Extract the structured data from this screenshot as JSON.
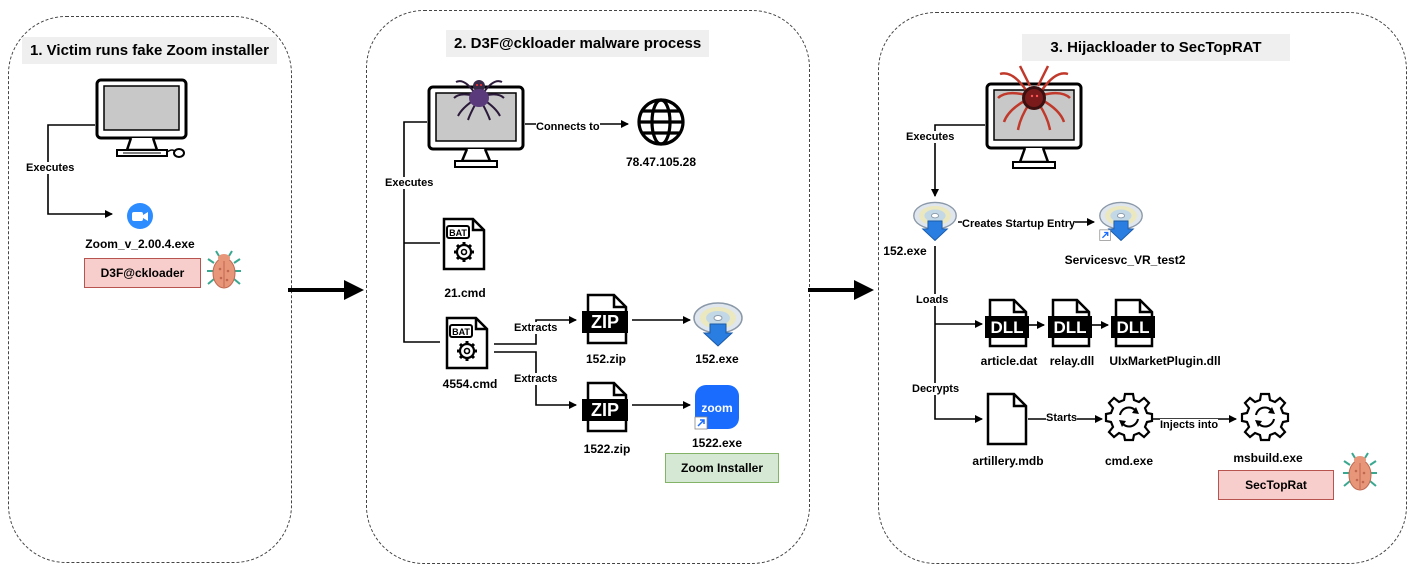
{
  "panels": [
    {
      "title": "1. Victim runs fake Zoom installer"
    },
    {
      "title": "2. D3F@ckloader malware process"
    },
    {
      "title": "3. Hijackloader to SecTopRAT"
    }
  ],
  "panel1": {
    "edge_executes": "Executes",
    "zoom_exe": "Zoom_v_2.00.4.exe",
    "tag": "D3F@ckloader"
  },
  "panel2": {
    "edge_connects": "Connects to",
    "ip": "78.47.105.28",
    "edge_executes": "Executes",
    "cmd1": "21.cmd",
    "cmd2": "4554.cmd",
    "edge_extracts1": "Extracts",
    "edge_extracts2": "Extracts",
    "zip1": "152.zip",
    "zip2": "1522.zip",
    "exe1": "152.exe",
    "exe2": "1522.exe",
    "tag": "Zoom Installer",
    "bat_text": "BAT",
    "zip_text": "ZIP",
    "zoom_logo_text": "zoom"
  },
  "panel3": {
    "edge_executes": "Executes",
    "exe152": "152.exe",
    "edge_startup": "Creates Startup Entry",
    "service": "Servicesvc_VR_test2",
    "edge_loads": "Loads",
    "dll1": "article.dat",
    "dll2": "relay.dll",
    "dll3": "UIxMarketPlugin.dll",
    "dll_text": "DLL",
    "edge_decrypts": "Decrypts",
    "mdb": "artillery.mdb",
    "edge_starts": "Starts",
    "cmd": "cmd.exe",
    "edge_injects": "Injects into",
    "msbuild": "msbuild.exe",
    "tag": "SecTopRat"
  },
  "colors": {
    "red_tag": "#f8cecc",
    "green_tag": "#d5e8d4",
    "zoom_blue": "#2d8cff",
    "spider_purple": "#5a3a7a",
    "spider_red": "#c0392b",
    "bug_orange": "#e8967a"
  },
  "icons": [
    "computer-icon",
    "zoom-icon",
    "bug-icon",
    "spider-icon",
    "globe-icon",
    "bat-file-icon",
    "zip-file-icon",
    "cd-installer-icon",
    "dll-file-icon",
    "document-icon",
    "gear-process-icon"
  ]
}
